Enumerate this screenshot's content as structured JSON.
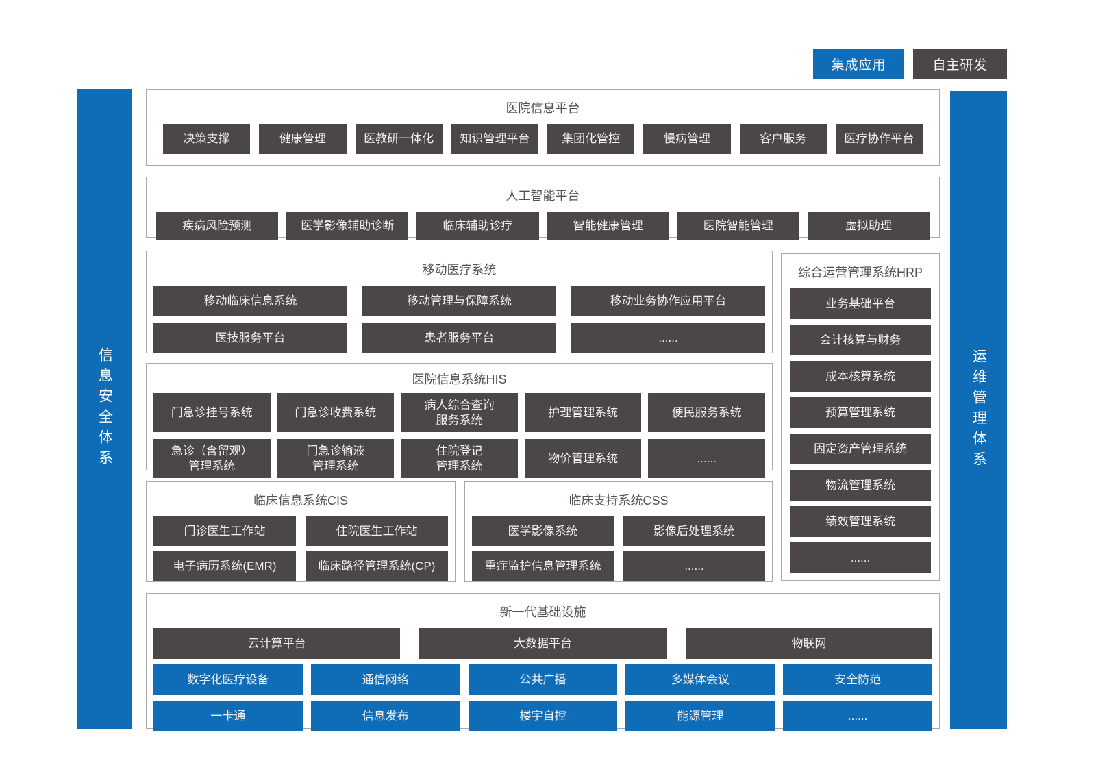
{
  "legend": {
    "integrated": "集成应用",
    "self_developed": "自主研发"
  },
  "side_bars": {
    "left": "信息安全体系",
    "right": "运维管理体系"
  },
  "colors": {
    "accent_blue": "#0f6db7",
    "box_dark": "#4b4747",
    "panel_border": "#a9a9a9"
  },
  "sections": {
    "platform": {
      "title": "医院信息平台",
      "items": [
        "决策支撑",
        "健康管理",
        "医教研一体化",
        "知识管理平台",
        "集团化管控",
        "慢病管理",
        "客户服务",
        "医疗协作平台"
      ]
    },
    "ai": {
      "title": "人工智能平台",
      "items": [
        "疾病风险预测",
        "医学影像辅助诊断",
        "临床辅助诊疗",
        "智能健康管理",
        "医院智能管理",
        "虚拟助理"
      ]
    },
    "mobile": {
      "title": "移动医疗系统",
      "items": [
        "移动临床信息系统",
        "移动管理与保障系统",
        "移动业务协作应用平台",
        "医技服务平台",
        "患者服务平台",
        "......"
      ]
    },
    "hrp": {
      "title": "综合运营管理系统HRP",
      "items": [
        "业务基础平台",
        "会计核算与财务",
        "成本核算系统",
        "预算管理系统",
        "固定资产管理系统",
        "物流管理系统",
        "绩效管理系统",
        "......"
      ]
    },
    "his": {
      "title": "医院信息系统HIS",
      "items": [
        "门急诊挂号系统",
        "门急诊收费系统",
        "病人综合查询\n服务系统",
        "护理管理系统",
        "便民服务系统",
        "急诊（含留观）\n管理系统",
        "门急诊输液\n管理系统",
        "住院登记\n管理系统",
        "物价管理系统",
        "......"
      ]
    },
    "cis": {
      "title": "临床信息系统CIS",
      "items": [
        "门诊医生工作站",
        "住院医生工作站",
        "电子病历系统(EMR)",
        "临床路径管理系统(CP)"
      ]
    },
    "css_support": {
      "title": "临床支持系统CSS",
      "items": [
        "医学影像系统",
        "影像后处理系统",
        "重症监护信息管理系统",
        "......"
      ]
    },
    "infra": {
      "title": "新一代基础设施",
      "dark_items": [
        "云计算平台",
        "大数据平台",
        "物联网"
      ],
      "blue_items": [
        "数字化医疗设备",
        "通信网络",
        "公共广播",
        "多媒体会议",
        "安全防范",
        "一卡通",
        "信息发布",
        "楼宇自控",
        "能源管理",
        "......"
      ]
    }
  }
}
